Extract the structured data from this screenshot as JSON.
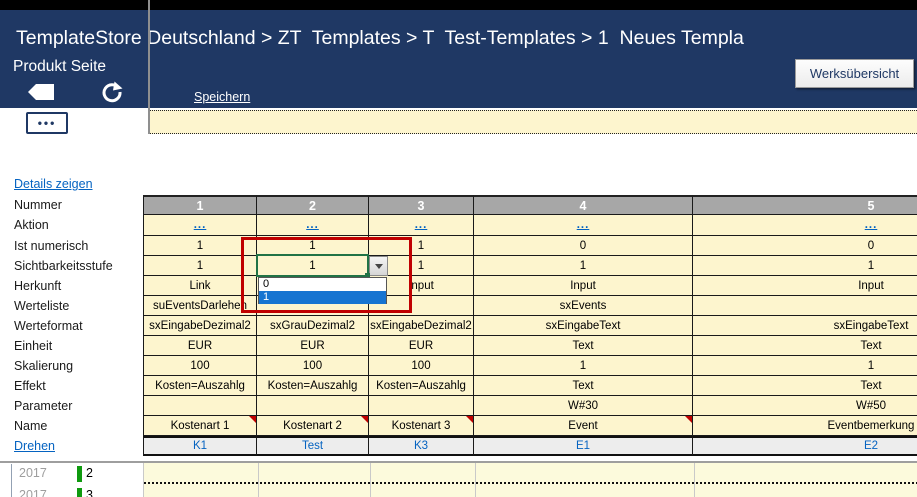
{
  "header": {
    "breadcrumb": "TemplateStore Deutschland > ZT  Templates > T  Test-Templates > 1  Neues Templa",
    "page_title": "Produkt Seite",
    "save_link": "Speichern",
    "werks_button": "Werksübersicht",
    "more_button": "•••"
  },
  "sidebar": {
    "details_link": "Details zeigen"
  },
  "table": {
    "columns": [
      "1",
      "2",
      "3",
      "4",
      "5"
    ],
    "rows": [
      {
        "label": "Nummer",
        "type": "header",
        "values": [
          "1",
          "2",
          "3",
          "4",
          "5"
        ]
      },
      {
        "label": "Aktion",
        "type": "act",
        "values": [
          "...",
          "...",
          "...",
          "...",
          "..."
        ]
      },
      {
        "label": "Ist numerisch",
        "values": [
          "1",
          "1",
          "1",
          "0",
          "0"
        ]
      },
      {
        "label": "Sichtbarkeitsstufe",
        "values": [
          "1",
          "1",
          "1",
          "1",
          "1"
        ]
      },
      {
        "label": "Herkunft",
        "values": [
          "Link",
          "",
          "Input",
          "Input",
          "Input"
        ]
      },
      {
        "label": "Werteliste",
        "values": [
          "suEventsDarlehen",
          "",
          "",
          "sxEvents",
          ""
        ]
      },
      {
        "label": "Werteformat",
        "values": [
          "sxEingabeDezimal2",
          "sxGrauDezimal2",
          "sxEingabeDezimal2",
          "sxEingabeText",
          "sxEingabeText"
        ]
      },
      {
        "label": "Einheit",
        "values": [
          "EUR",
          "EUR",
          "EUR",
          "Text",
          "Text"
        ]
      },
      {
        "label": "Skalierung",
        "values": [
          "100",
          "100",
          "100",
          "1",
          "1"
        ]
      },
      {
        "label": "Effekt",
        "values": [
          "Kosten=Auszahlg",
          "Kosten=Auszahlg",
          "Kosten=Auszahlg",
          "Text",
          "Text"
        ]
      },
      {
        "label": "Parameter",
        "values": [
          "",
          "",
          "",
          "W#30",
          "W#50"
        ]
      },
      {
        "label": "Name",
        "values": [
          "Kostenart 1",
          "Kostenart 2",
          "Kostenart 3",
          "Event",
          "Eventbemerkung"
        ],
        "comments": [
          true,
          true,
          true,
          true,
          false
        ]
      },
      {
        "label": "Drehen",
        "type": "ftr",
        "label_link": true,
        "values": [
          "K1",
          "Test",
          "K3",
          "E1",
          "E2"
        ]
      }
    ]
  },
  "overlay": {
    "selected_cell_value": "1",
    "options": [
      "0",
      "1"
    ],
    "selected_option": "1"
  },
  "bottom": {
    "years": [
      {
        "year": "2017",
        "num": "2"
      },
      {
        "year": "2017",
        "num": "3"
      }
    ]
  },
  "colors": {
    "navy": "#1F3864",
    "cell_yellow": "#FDF5CE",
    "pale_yellow": "#FCFADC",
    "header_gray": "#A7A7A7",
    "footer_gray": "#EDEDED",
    "link_blue": "#0563C1",
    "annotation_red": "#C00000",
    "selection_green": "#217346",
    "dropdown_selection_blue": "#1674D1",
    "year_green": "#0f9a0f"
  }
}
